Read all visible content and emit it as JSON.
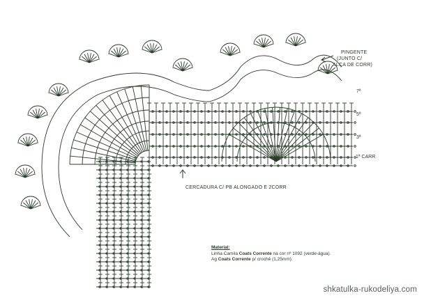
{
  "labels": {
    "pingente_line1": "PINGENTE",
    "pingente_line2": "(JUNTO C/",
    "pingente_line3": "ALÇA DE CORR)",
    "cercadura": "CERCADURA C/ PB ALONGADO E 2CORR",
    "row_7": "7ª",
    "row_5": "5ª",
    "row_3": "3ª",
    "row_1": "1ª CARR"
  },
  "material": {
    "heading": "Material:",
    "line1_pre": "Linha Camila ",
    "line1_brand": "Coats Corrente",
    "line1_post": " na cor nº 1092 (verde-água).",
    "line2_pre": "Ag ",
    "line2_brand": "Coats Corrente",
    "line2_post": " p/ crochê (1,25mm)."
  },
  "watermark": "shkatulka-rukodeliya.com",
  "colors": {
    "ink": "#2b3a2b",
    "background": "#ffffff"
  }
}
